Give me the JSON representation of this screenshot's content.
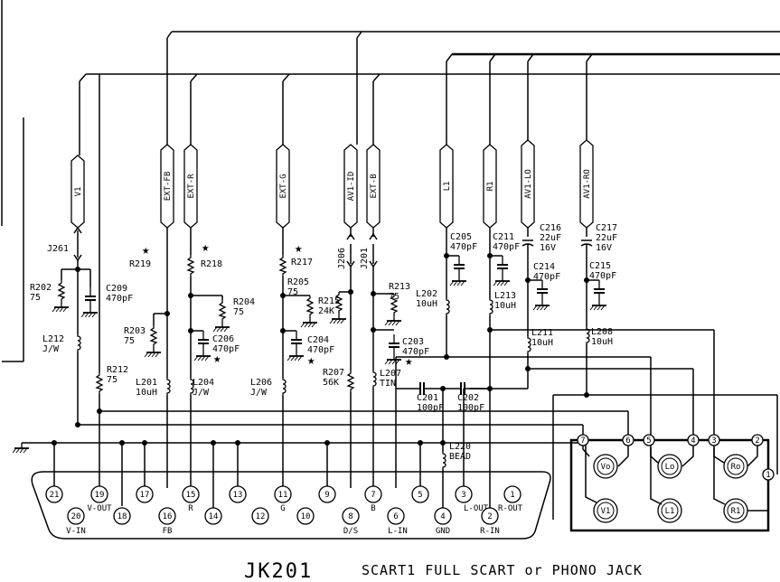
{
  "title": {
    "ref": "JK201",
    "desc": "SCART1 FULL SCART or PHONO JACK"
  },
  "nets": [
    {
      "id": "v1",
      "label": "V1"
    },
    {
      "id": "extfb",
      "label": "EXT-FB"
    },
    {
      "id": "extr",
      "label": "EXT-R"
    },
    {
      "id": "extg",
      "label": "EXT-G"
    },
    {
      "id": "av1id",
      "label": "AV1-ID"
    },
    {
      "id": "extb",
      "label": "EXT-B"
    },
    {
      "id": "l1",
      "label": "L1"
    },
    {
      "id": "r1",
      "label": "R1"
    },
    {
      "id": "av1lo",
      "label": "AV1-LO"
    },
    {
      "id": "av1ro",
      "label": "AV1-RO"
    }
  ],
  "components": [
    {
      "ref": "J261",
      "value": ""
    },
    {
      "ref": "R202",
      "value": "75"
    },
    {
      "ref": "C209",
      "value": "470pF"
    },
    {
      "ref": "L212",
      "value": "J/W"
    },
    {
      "ref": "R212",
      "value": "75"
    },
    {
      "ref": "R219",
      "value": ""
    },
    {
      "ref": "R203",
      "value": "75"
    },
    {
      "ref": "L201",
      "value": "10uH"
    },
    {
      "ref": "R218",
      "value": ""
    },
    {
      "ref": "R204",
      "value": "75"
    },
    {
      "ref": "C206",
      "value": "470pF"
    },
    {
      "ref": "L204",
      "value": "J/W"
    },
    {
      "ref": "R217",
      "value": ""
    },
    {
      "ref": "R205",
      "value": "75"
    },
    {
      "ref": "C204",
      "value": "470pF"
    },
    {
      "ref": "L206",
      "value": "J/W"
    },
    {
      "ref": "J206",
      "value": ""
    },
    {
      "ref": "R215",
      "value": "24K"
    },
    {
      "ref": "R207",
      "value": "56K"
    },
    {
      "ref": "J201",
      "value": ""
    },
    {
      "ref": "R213",
      "value": "75"
    },
    {
      "ref": "C203",
      "value": "470pF"
    },
    {
      "ref": "L207",
      "value": "TIN"
    },
    {
      "ref": "L202",
      "value": "10uH"
    },
    {
      "ref": "C205",
      "value": "470pF"
    },
    {
      "ref": "C211",
      "value": "470pF"
    },
    {
      "ref": "L213",
      "value": "10uH"
    },
    {
      "ref": "C216",
      "value": "22uF",
      "value2": "16V"
    },
    {
      "ref": "C214",
      "value": "470pF"
    },
    {
      "ref": "L211",
      "value": "10uH"
    },
    {
      "ref": "C217",
      "value": "22uF",
      "value2": "16V"
    },
    {
      "ref": "C215",
      "value": "470pF"
    },
    {
      "ref": "L208",
      "value": "10uH"
    },
    {
      "ref": "C201",
      "value": "100pF"
    },
    {
      "ref": "C202",
      "value": "100pF"
    },
    {
      "ref": "L220",
      "value": "BEAD"
    }
  ],
  "scart_pins": [
    {
      "num": "21",
      "name": ""
    },
    {
      "num": "20",
      "name": "V-IN"
    },
    {
      "num": "19",
      "name": "V-OUT"
    },
    {
      "num": "18",
      "name": ""
    },
    {
      "num": "17",
      "name": ""
    },
    {
      "num": "16",
      "name": "FB"
    },
    {
      "num": "15",
      "name": "R"
    },
    {
      "num": "14",
      "name": ""
    },
    {
      "num": "13",
      "name": ""
    },
    {
      "num": "12",
      "name": ""
    },
    {
      "num": "11",
      "name": "G"
    },
    {
      "num": "10",
      "name": ""
    },
    {
      "num": "9",
      "name": ""
    },
    {
      "num": "8",
      "name": "D/S"
    },
    {
      "num": "7",
      "name": "B"
    },
    {
      "num": "6",
      "name": "L-IN"
    },
    {
      "num": "5",
      "name": ""
    },
    {
      "num": "4",
      "name": "GND"
    },
    {
      "num": "3",
      "name": "L-OUT"
    },
    {
      "num": "2",
      "name": "R-IN"
    },
    {
      "num": "1",
      "name": "R-OUT"
    }
  ],
  "phono": {
    "jacks": [
      "Vo",
      "Lo",
      "Ro",
      "V1",
      "L1",
      "R1"
    ],
    "pins": [
      "7",
      "6",
      "5",
      "4",
      "3",
      "2",
      "1"
    ]
  }
}
